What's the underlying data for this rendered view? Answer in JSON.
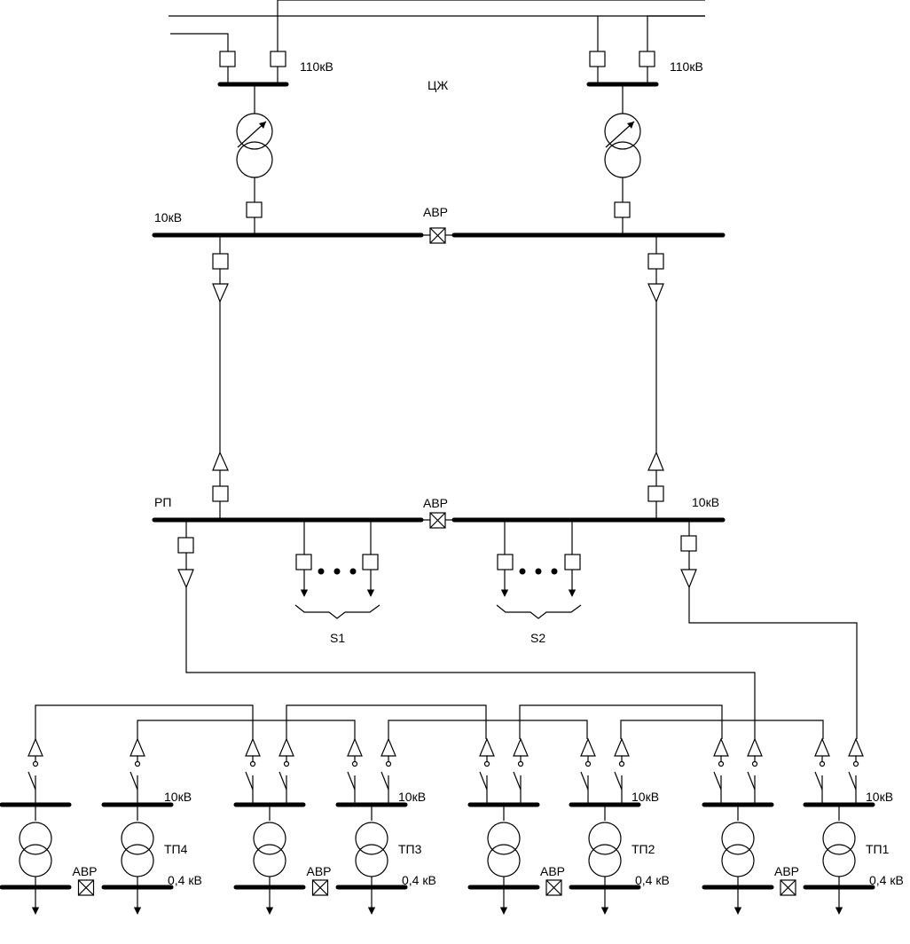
{
  "center": {
    "title": "ЦЖ"
  },
  "voltages": {
    "hv_left": "110кВ",
    "hv_right": "110кВ",
    "mv_main": "10кВ",
    "rp_right": "10кВ"
  },
  "avr_label": "АВР",
  "rp": {
    "label": "РП"
  },
  "load_groups": [
    "S1",
    "S2"
  ],
  "substations": [
    {
      "name": "ТП4",
      "hv": "10кВ",
      "lv": "0,4 кВ"
    },
    {
      "name": "ТП3",
      "hv": "10кВ",
      "lv": "0,4 кВ"
    },
    {
      "name": "ТП2",
      "hv": "10кВ",
      "lv": "0,4 кВ"
    },
    {
      "name": "ТП1",
      "hv": "10кВ",
      "lv": "0,4 кВ"
    }
  ]
}
